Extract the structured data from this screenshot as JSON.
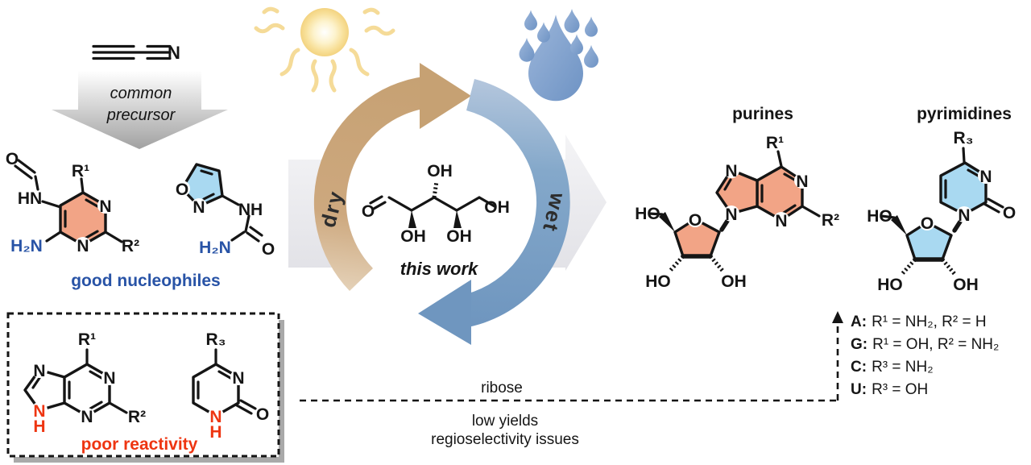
{
  "figure": {
    "type": "prebiotic nucleoside synthesis reaction scheme"
  },
  "colors": {
    "salmon_ring_fill": "#f2a486",
    "light_blue_ring_fill": "#a9d9f1",
    "blue_text": "#2853a6",
    "red_text": "#ee3511",
    "dry_arrow_tan": "#c6a173",
    "wet_arrow_blue": "#6f96bf",
    "droplet_blue": "#7b9fce",
    "sun_yellow": "#f3d380",
    "background_arrow_gray": "#e9e9ee"
  },
  "precursor": {
    "nitrile_n": "N",
    "arrow_line1": "common",
    "arrow_line2": "precursor"
  },
  "good_nucleophiles": {
    "caption": "good nucleophiles",
    "formamidopyrimidine": {
      "o": "O",
      "hn": "HN",
      "r1": "R¹",
      "n_right": "N",
      "n_bottom": "N",
      "r2": "R²",
      "h2n": "H₂N"
    },
    "isoxazole_urea": {
      "ring_o": "O",
      "ring_n": "N",
      "nh": "NH",
      "h2n": "H₂N",
      "carbonyl_o": "O"
    }
  },
  "poor_reactivity": {
    "caption": "poor reactivity",
    "purine": {
      "r1": "R¹",
      "n1": "N",
      "n3": "N",
      "n7": "N",
      "n9": "N",
      "n9_h": "H",
      "r2": "R²"
    },
    "pyrimidinone": {
      "r3": "R₃",
      "n3": "N",
      "n1": "N",
      "n1_h": "H",
      "o": "O"
    }
  },
  "cycle": {
    "dry": "dry",
    "wet": "wet",
    "this_work": "this work",
    "pentose": {
      "aldehyde_o": "O",
      "oh_top": "OH",
      "oh_left": "OH",
      "oh_right": "OH",
      "oh_end": "OH"
    }
  },
  "purines": {
    "title": "purines",
    "r1": "R¹",
    "r2": "R²",
    "n1": "N",
    "n3": "N",
    "n7": "N",
    "n9": "N",
    "ring_o": "O",
    "ho5": "HO",
    "ho3": "HO",
    "oh2": "OH"
  },
  "pyrimidines": {
    "title": "pyrimidines",
    "r3": "R₃",
    "n3": "N",
    "n1": "N",
    "carbonyl_o": "O",
    "ring_o": "O",
    "ho5": "HO",
    "ho3": "HO",
    "oh2": "OH"
  },
  "legend": {
    "items": [
      {
        "key": "A:",
        "value": "R¹ = NH₂, R² = H"
      },
      {
        "key": "G:",
        "value": "R¹ = OH, R² = NH₂"
      },
      {
        "key": "C:",
        "value": "R³ = NH₂"
      },
      {
        "key": "U:",
        "value": "R³ = OH"
      }
    ]
  },
  "ribose_route": {
    "label": "ribose",
    "issues": [
      "low yields",
      "regioselectivity issues"
    ]
  }
}
